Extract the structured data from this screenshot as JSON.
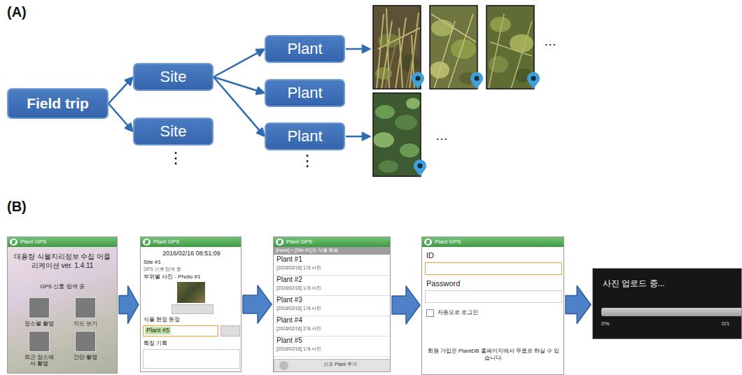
{
  "diagram": {
    "nodes": [
      {
        "text": [
          "Field trip"
        ]
      },
      {
        "text": [
          "Site"
        ]
      },
      {
        "text": [
          "Site"
        ]
      },
      {
        "text": [
          "Plant"
        ]
      },
      {
        "text": [
          "Plant"
        ]
      },
      {
        "text": [
          "Plant"
        ]
      },
      {
        "text": [
          "Plant GPS",
          "대용량 식물지리정보 수집 어플리케이션 ver. 1.4.11",
          "GPS 신호 탐색 중",
          "장소별 촬영",
          "지도 보기",
          "최근 장소에서 촬영",
          "간단 촬영"
        ]
      },
      {
        "text": [
          "Plant GPS",
          "2016/02/16 08:51:09",
          "Site #1",
          "GPS 신호 탐색 중",
          "부위별 사진 - Photo #1",
          "식물 현장 동정",
          "Plant #5",
          "특징 기록"
        ]
      },
      {
        "text": [
          "Plant GPS",
          "[travel] > [Site #1]의 식물 목록",
          "Plant #1",
          "[2016/02/16] 1개 사진",
          "Plant #2",
          "[2016/02/16] 1개 사진",
          "Plant #3",
          "[2016/02/16] 1개 사진",
          "Plant #4",
          "[2016/02/16] 2개 사진",
          "Plant #5",
          "[2016/02/16] 1개 사진",
          "신규 Plant 추가"
        ]
      },
      {
        "text": [
          "Plant GPS",
          "ID",
          "Password",
          "자동으로 로그인",
          "회원 가입은 PlantDB 홈페이지에서 무료로 하실 수 있습니다."
        ]
      },
      {
        "text": [
          "사진 업로드 중...",
          "0%",
          "0/1"
        ]
      }
    ],
    "edges": [
      {
        "from": 0,
        "to": 1,
        "arrow": "to"
      },
      {
        "from": 0,
        "to": 2,
        "arrow": "to"
      },
      {
        "from": 1,
        "to": 3,
        "arrow": "to"
      },
      {
        "from": 1,
        "to": 4,
        "arrow": "to"
      },
      {
        "from": 1,
        "to": 5,
        "arrow": "to"
      },
      {
        "from": 6,
        "to": 7,
        "arrow": "to"
      },
      {
        "from": 7,
        "to": 8,
        "arrow": "to"
      },
      {
        "from": 8,
        "to": 9,
        "arrow": "to"
      },
      {
        "from": 9,
        "to": 10,
        "arrow": "to"
      }
    ],
    "labels": [
      "(A)",
      "…",
      "⋮",
      "⋮",
      "…",
      "(B)"
    ]
  }
}
